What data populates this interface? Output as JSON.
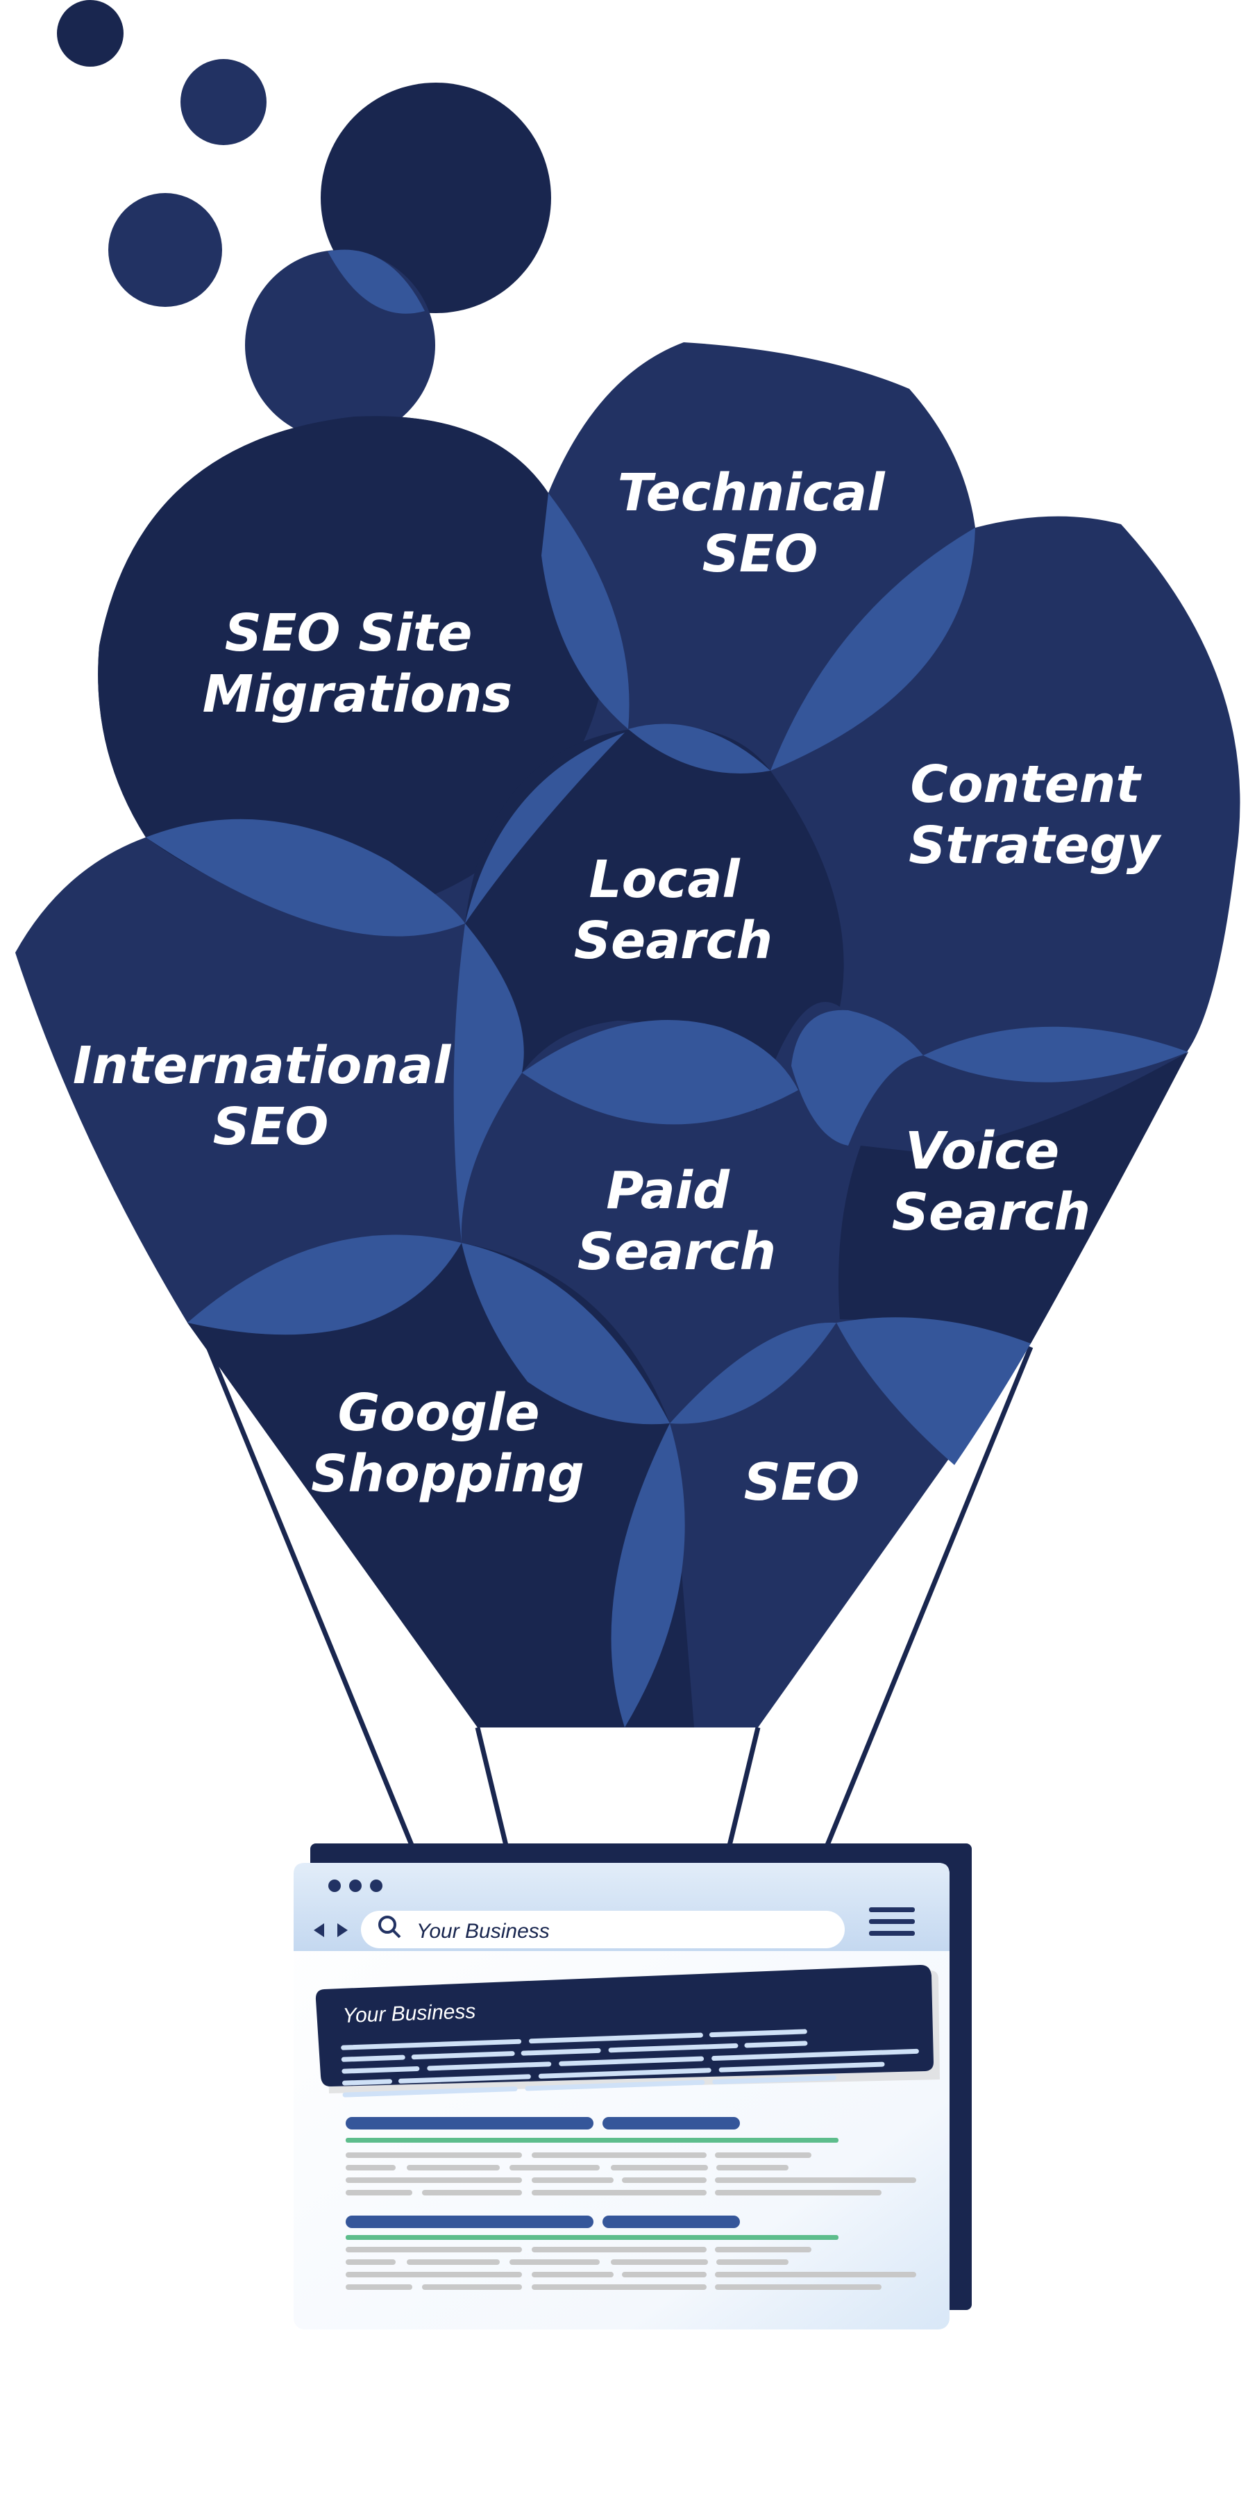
{
  "colors": {
    "navy": "#19264f",
    "navy_mid": "#223263",
    "overlap": "#35569a",
    "browser_bg": "#f3f7fc",
    "toolbar": "#c9dcf3",
    "accent_green": "#5dbd8c",
    "gray_line": "#c8c8c8",
    "light_line": "#cfe1f7"
  },
  "balloon_labels": [
    {
      "id": "technical-seo",
      "lines": [
        "Technical",
        "SEO"
      ]
    },
    {
      "id": "seo-site-migrations",
      "lines": [
        "SEO Site",
        "Migrations"
      ]
    },
    {
      "id": "content-strategy",
      "lines": [
        "Content",
        "Strategy"
      ]
    },
    {
      "id": "local-search",
      "lines": [
        "Local",
        "Search"
      ]
    },
    {
      "id": "international-seo",
      "lines": [
        "International",
        "SEO"
      ]
    },
    {
      "id": "paid-search",
      "lines": [
        "Paid",
        "Search"
      ]
    },
    {
      "id": "voice-search",
      "lines": [
        "Voice",
        "Search"
      ]
    },
    {
      "id": "google-shopping",
      "lines": [
        "Google",
        "Shopping"
      ]
    },
    {
      "id": "seo",
      "lines": [
        "SEO"
      ]
    }
  ],
  "browser": {
    "search_value": "Your Business",
    "featured_title": "Your Business",
    "icons": [
      "back-arrow-icon",
      "forward-arrow-icon",
      "search-icon",
      "hamburger-menu-icon"
    ]
  }
}
